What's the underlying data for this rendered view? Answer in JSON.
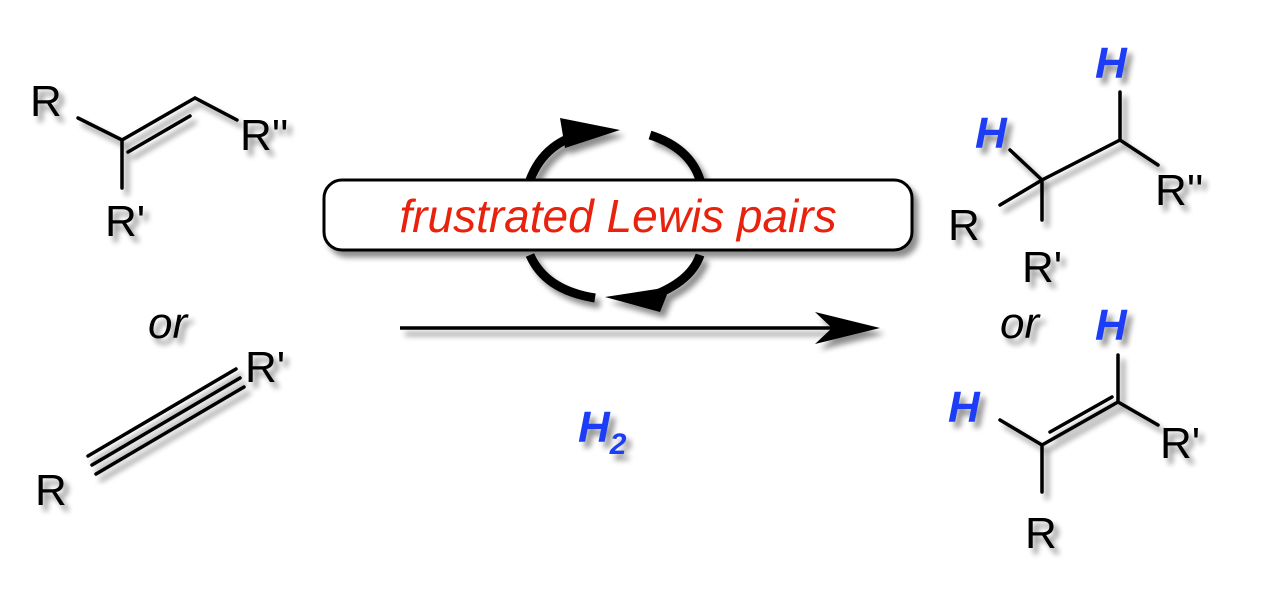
{
  "reactants": {
    "alkene": {
      "substituents": [
        "R",
        "R'",
        "R''"
      ]
    },
    "connector": "or",
    "alkyne": {
      "substituents": [
        "R",
        "R'"
      ]
    }
  },
  "catalyst_label": "frustrated Lewis pairs",
  "reagent": {
    "main": "H",
    "subscript": "2"
  },
  "products": {
    "alkane": {
      "substituents": [
        "R",
        "R'",
        "R''"
      ],
      "added": [
        "H",
        "H"
      ]
    },
    "connector": "or",
    "alkene": {
      "substituents": [
        "R",
        "R'"
      ],
      "added": [
        "H",
        "H"
      ]
    }
  },
  "colors": {
    "hydrogen": "#1f3df5",
    "catalyst": "#e8200c"
  }
}
